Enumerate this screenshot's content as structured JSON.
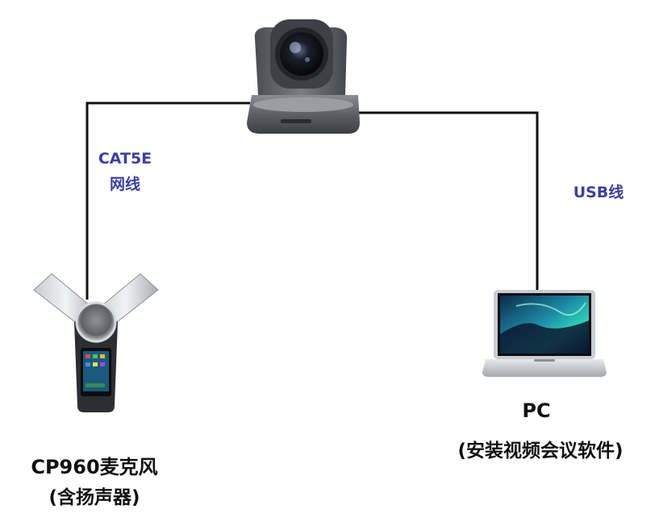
{
  "colors": {
    "link_label": "#3b3fa0",
    "device_label": "#111111",
    "cable": "#111111"
  },
  "icons": {
    "camera": "ptz-camera-icon",
    "microphone": "conference-phone-icon",
    "pc": "laptop-icon"
  },
  "links": {
    "cat5e": {
      "line1": "CAT5E",
      "line2": "网线"
    },
    "usb": {
      "label": "USB线"
    }
  },
  "devices": {
    "microphone": {
      "name": "CP960麦克风",
      "note": "(含扬声器)"
    },
    "pc": {
      "name": "PC",
      "note": "(安装视频会议软件)"
    }
  }
}
